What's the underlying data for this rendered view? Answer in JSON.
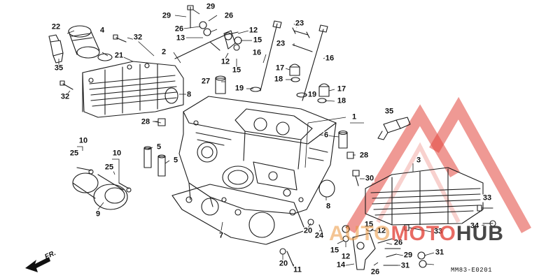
{
  "drawing_code": "MM83-E0201",
  "direction_label": "FR.",
  "watermark": {
    "part1": "AUTO",
    "part2": "MOTO",
    "part3": "HUB",
    "colors": {
      "orange": "#eb963c",
      "red": "#e2463c",
      "dark": "#2d2d2d"
    }
  },
  "callouts": [
    {
      "id": "c1",
      "text": "29"
    },
    {
      "id": "c2",
      "text": "29"
    },
    {
      "id": "c3",
      "text": "26"
    },
    {
      "id": "c4",
      "text": "26"
    },
    {
      "id": "c5",
      "text": "13"
    },
    {
      "id": "c6",
      "text": "12"
    },
    {
      "id": "c7",
      "text": "15"
    },
    {
      "id": "c8",
      "text": "12"
    },
    {
      "id": "c9",
      "text": "15"
    },
    {
      "id": "c10",
      "text": "22"
    },
    {
      "id": "c11",
      "text": "4"
    },
    {
      "id": "c12",
      "text": "32"
    },
    {
      "id": "c13",
      "text": "2"
    },
    {
      "id": "c14",
      "text": "21"
    },
    {
      "id": "c15",
      "text": "35"
    },
    {
      "id": "c16",
      "text": "32"
    },
    {
      "id": "c17",
      "text": "8"
    },
    {
      "id": "c18",
      "text": "16"
    },
    {
      "id": "c19",
      "text": "23"
    },
    {
      "id": "c20",
      "text": "23"
    },
    {
      "id": "c21",
      "text": "16"
    },
    {
      "id": "c22",
      "text": "27"
    },
    {
      "id": "c23",
      "text": "19"
    },
    {
      "id": "c24",
      "text": "17"
    },
    {
      "id": "c25",
      "text": "18"
    },
    {
      "id": "c26",
      "text": "19"
    },
    {
      "id": "c27",
      "text": "17"
    },
    {
      "id": "c28",
      "text": "18"
    },
    {
      "id": "c29",
      "text": "1"
    },
    {
      "id": "c30",
      "text": "35"
    },
    {
      "id": "c31",
      "text": "28"
    },
    {
      "id": "c32",
      "text": "6"
    },
    {
      "id": "c33",
      "text": "28"
    },
    {
      "id": "c34",
      "text": "5"
    },
    {
      "id": "c35",
      "text": "5"
    },
    {
      "id": "c36",
      "text": "10"
    },
    {
      "id": "c37",
      "text": "25"
    },
    {
      "id": "c38",
      "text": "10"
    },
    {
      "id": "c39",
      "text": "25"
    },
    {
      "id": "c40",
      "text": "30"
    },
    {
      "id": "c41",
      "text": "3"
    },
    {
      "id": "c42",
      "text": "9"
    },
    {
      "id": "c43",
      "text": "8"
    },
    {
      "id": "c44",
      "text": "33"
    },
    {
      "id": "c45",
      "text": "7"
    },
    {
      "id": "c46",
      "text": "20"
    },
    {
      "id": "c47",
      "text": "24"
    },
    {
      "id": "c48",
      "text": "15"
    },
    {
      "id": "c49",
      "text": "12"
    },
    {
      "id": "c50",
      "text": "33"
    },
    {
      "id": "c51",
      "text": "34"
    },
    {
      "id": "c52",
      "text": "15"
    },
    {
      "id": "c53",
      "text": "12"
    },
    {
      "id": "c54",
      "text": "26"
    },
    {
      "id": "c55",
      "text": "20"
    },
    {
      "id": "c56",
      "text": "11"
    },
    {
      "id": "c57",
      "text": "14"
    },
    {
      "id": "c58",
      "text": "29"
    },
    {
      "id": "c59",
      "text": "26"
    },
    {
      "id": "c60",
      "text": "31"
    },
    {
      "id": "c61",
      "text": "31"
    }
  ]
}
